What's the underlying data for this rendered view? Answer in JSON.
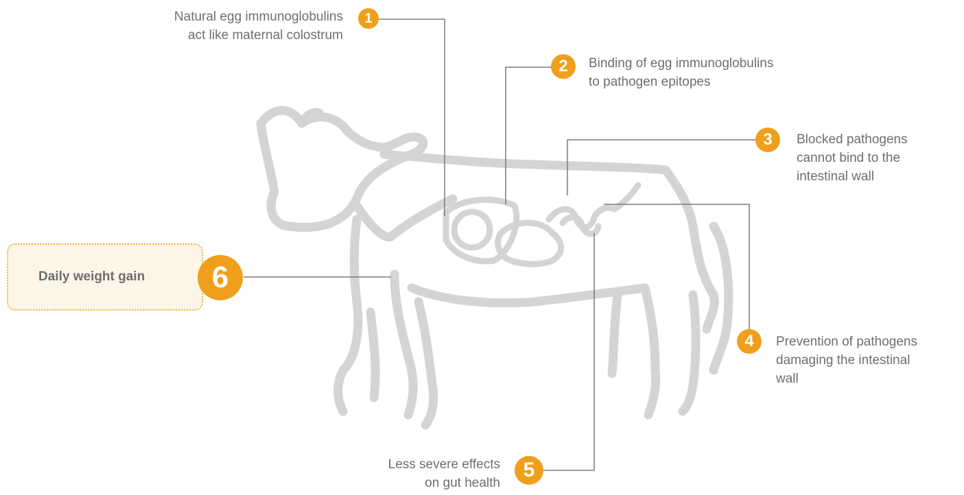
{
  "steps": [
    {
      "number": "1",
      "lines": [
        "Natural egg immunoglobulins",
        "act like maternal colostrum"
      ]
    },
    {
      "number": "2",
      "lines": [
        "Binding of egg immunoglobulins",
        "to pathogen epitopes"
      ]
    },
    {
      "number": "3",
      "lines": [
        "Blocked pathogens",
        "cannot bind to the",
        "intestinal wall"
      ]
    },
    {
      "number": "4",
      "lines": [
        "Prevention of pathogens",
        "damaging the intestinal",
        "wall"
      ]
    },
    {
      "number": "5",
      "lines": [
        "Less severe effects",
        "on gut health"
      ]
    }
  ],
  "outcome": {
    "number": "6",
    "label": "Daily weight gain"
  },
  "colors": {
    "accent": "#ef9f1b",
    "line": "#7a7a7a",
    "silhouette": "#d4d4d4",
    "text": "#6e6e6e",
    "box_fill": "#fdf5e8",
    "box_border": "#efb344"
  }
}
